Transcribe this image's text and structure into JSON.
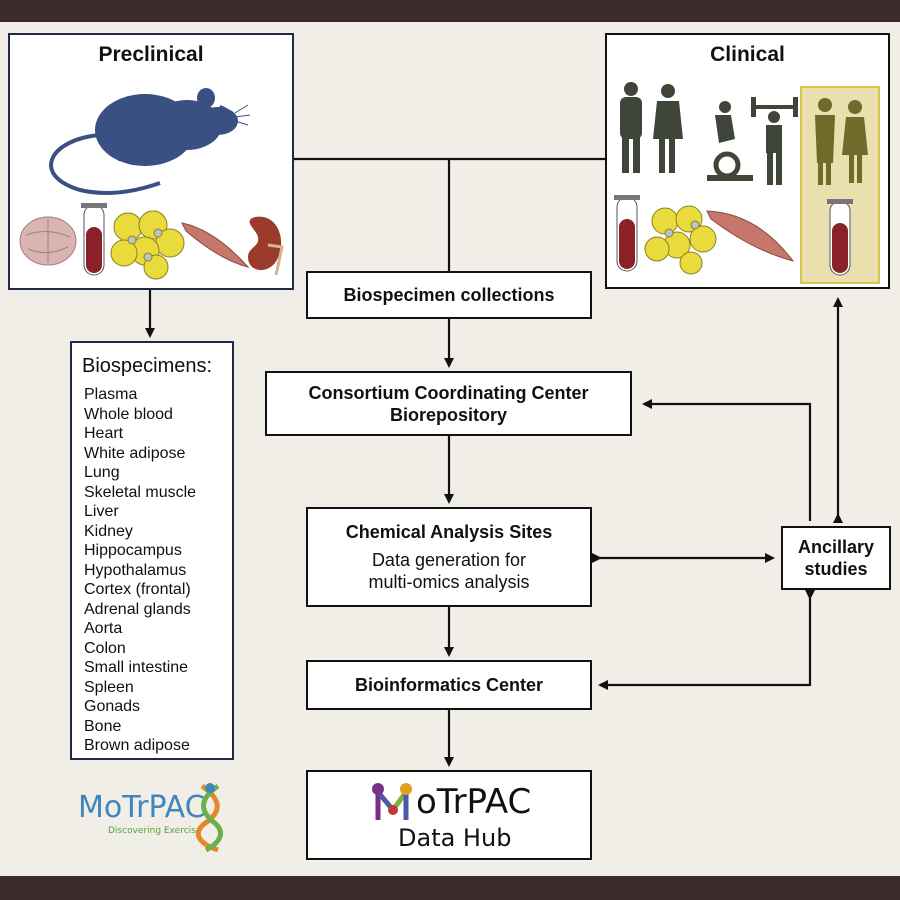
{
  "preclinical": {
    "title": "Preclinical"
  },
  "clinical": {
    "title": "Clinical"
  },
  "biospecimens": {
    "title": "Biospecimens:",
    "items": [
      "Plasma",
      "Whole blood",
      "Heart",
      "White adipose",
      "Lung",
      "Skeletal muscle",
      "Liver",
      "Kidney",
      "Hippocampus",
      "Hypothalamus",
      "Cortex (frontal)",
      "Adrenal glands",
      "Aorta",
      "Colon",
      "Small intestine",
      "Spleen",
      "Gonads",
      "Bone",
      "Brown adipose"
    ]
  },
  "nodes": {
    "biospecimen_collections": "Biospecimen collections",
    "coordinating_line1": "Consortium Coordinating Center",
    "coordinating_line2": "Biorepository",
    "chemical_title": "Chemical Analysis Sites",
    "chemical_line1": "Data generation for",
    "chemical_line2": "multi-omics analysis",
    "bioinformatics": "Bioinformatics Center",
    "ancillary_line1": "Ancillary",
    "ancillary_line2": "studies"
  },
  "datahub": {
    "brand": "oTrPAC",
    "subtitle": "Data Hub"
  },
  "motrpac_logo": {
    "name": "MoTrPAC",
    "tagline": "Discovering Exercise"
  },
  "colors": {
    "band": "#3b2c2b",
    "background": "#f1eee8",
    "rat": "#3a4f82",
    "silhouette": "#3f4639",
    "highlight_fill": "#eadfae",
    "highlight_border": "#d8c64a",
    "blood": "#8a2129",
    "adipocyte": "#e9db3b",
    "muscle": "#c4776a"
  }
}
